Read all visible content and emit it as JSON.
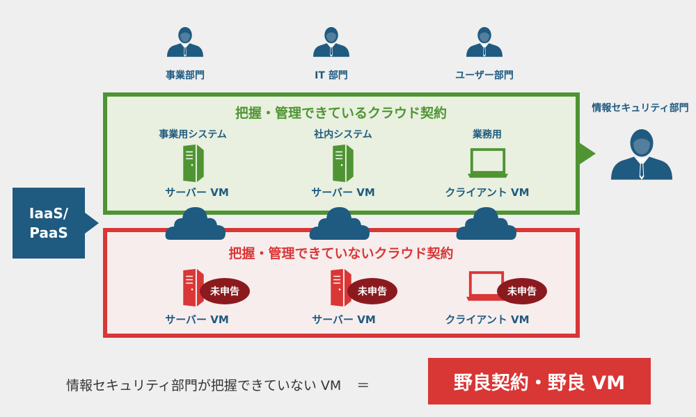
{
  "users": [
    {
      "label": "事業部門"
    },
    {
      "label": "IT 部門"
    },
    {
      "label": "ユーザー部門"
    }
  ],
  "security": {
    "label": "情報セキュリティ部門"
  },
  "iaas": {
    "line1": "IaaS/",
    "line2": "PaaS"
  },
  "managed": {
    "title": "把握・管理できているクラウド契約",
    "items": [
      {
        "category": "事業用システム",
        "type": "サーバー VM",
        "icon": "server-icon"
      },
      {
        "category": "社内システム",
        "type": "サーバー VM",
        "icon": "server-icon"
      },
      {
        "category": "業務用",
        "type": "クライアント VM",
        "icon": "laptop-icon"
      }
    ]
  },
  "unmanaged": {
    "title": "把握・管理できていないクラウド契約",
    "badge": "未申告",
    "items": [
      {
        "type": "サーバー VM",
        "icon": "server-icon"
      },
      {
        "type": "サーバー VM",
        "icon": "server-icon"
      },
      {
        "type": "クライアント VM",
        "icon": "laptop-icon"
      }
    ]
  },
  "equation": {
    "left": "情報セキュリティ部門が把握できていない VM",
    "equals": "＝",
    "result": "野良契約・野良 VM"
  },
  "colors": {
    "green": "#4f9433",
    "red": "#d93636",
    "navy": "#1f5a80",
    "badge": "#8b1a1f"
  }
}
